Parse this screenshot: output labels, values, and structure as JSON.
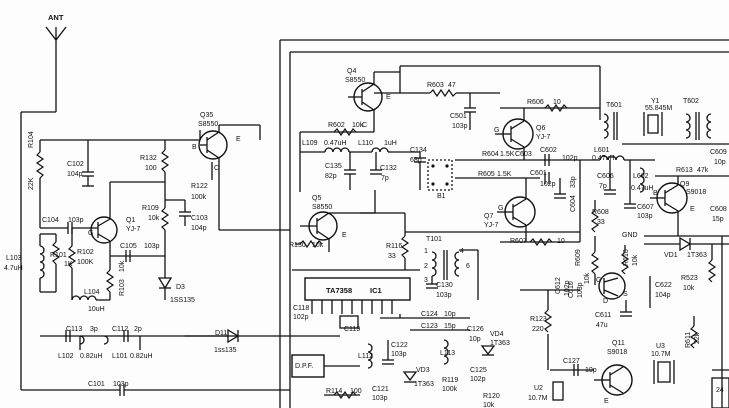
{
  "antenna": {
    "label": "ANT"
  },
  "q35": {
    "ref": "Q35",
    "part": "S8550"
  },
  "q4": {
    "ref": "Q4",
    "part": "S8550"
  },
  "q5": {
    "ref": "Q5",
    "part": "S8550"
  },
  "q1": {
    "ref": "Q1",
    "part": "YJ-7"
  },
  "q6": {
    "ref": "Q6",
    "part": "YJ-7"
  },
  "q7": {
    "ref": "Q7",
    "part": "YJ-7"
  },
  "q9": {
    "ref": "Q9",
    "part": "S9018"
  },
  "q11": {
    "ref": "Q11",
    "part": "S9018"
  },
  "d3": {
    "ref": "D3",
    "part": "1SS135"
  },
  "d11": {
    "ref": "D11",
    "part": "1ss135"
  },
  "vd1": {
    "ref": "VD1",
    "part": "1T363"
  },
  "vd4": {
    "ref": "VD4",
    "part": "1T363"
  },
  "vd3": {
    "ref": "VD3",
    "part": "1T363"
  },
  "ic1": {
    "ref": "IC1",
    "part": "TA7358"
  },
  "dpf": {
    "label": "D.P.F."
  },
  "b1": {
    "ref": "B1"
  },
  "u2": {
    "ref": "U2",
    "value": "10.7M"
  },
  "u3": {
    "ref": "U3",
    "value": "10.7M"
  },
  "y1": {
    "ref": "Y1",
    "value": "55.845M"
  },
  "t601": {
    "ref": "T601"
  },
  "t602": {
    "ref": "T602"
  },
  "t101": {
    "ref": "T101"
  },
  "t101_pins": [
    "1",
    "2",
    "3",
    "4",
    "6"
  ],
  "labels": {
    "r104": "R104",
    "r104v": "22K",
    "c102": "C102",
    "c102v": "104p",
    "r132": "R132",
    "r132v": "100",
    "r122": "R122",
    "r122v": "100k",
    "c103": "C103",
    "c103v": "104p",
    "r109": "R109",
    "r109v": "10k",
    "c104": "C104",
    "c104v": "103p",
    "r101": "R101",
    "r101v": "1K",
    "r102": "R102",
    "r102v": "100K",
    "l103": "L103",
    "l103v": "4.7uH",
    "c105": "C105",
    "c105v": "103p",
    "r103": "R103",
    "r103v": "10k",
    "l104": "L104",
    "l104v": "10uH",
    "c113": "C113",
    "c113v": "3p",
    "c112": "C112",
    "c112v": "2p",
    "l102": "L102",
    "l102v": "0.82uH",
    "l101": "L101",
    "l101v": "0.82uH",
    "c101": "C101",
    "c101v": "103p",
    "r602": "R602",
    "r602v": "10k",
    "l109": "L109",
    "l109v": "0.47uH",
    "l110": "L110",
    "l110v": "1uH",
    "c135": "C135",
    "c135v": "82p",
    "c132": "C132",
    "c132v": "7p",
    "c134": "C134",
    "c134v": "68p",
    "r603": "R603",
    "r603v": "47",
    "c501": "C501",
    "c501v": "103p",
    "r606": "R606",
    "r606v": "10",
    "r604": "R604",
    "r604v": "1.5K",
    "r605": "R605",
    "r605v": "1.5K",
    "c603": "C603",
    "c602": "C602",
    "c602v": "102p",
    "c601": "C601",
    "c601v": "102p",
    "c604": "C604",
    "c604v": "33p",
    "r607": "R607",
    "r607v": "10",
    "r130": "R130",
    "r130v": "10k",
    "r116": "R116",
    "r116v": "33",
    "c130": "C130",
    "c130v": "103p",
    "c118": "C118",
    "c118v": "102p",
    "c119": "C119",
    "c124": "C124",
    "c124v": "10p",
    "c123": "C123",
    "c123v": "15p",
    "c126": "C126",
    "c126v": "10p",
    "c122": "C122",
    "c122v": "103p",
    "l113": "L113",
    "l112": "L112",
    "c125": "C125",
    "c125v": "102p",
    "r119": "R119",
    "r119v": "100k",
    "r114": "R114",
    "r114v": "100",
    "c121": "C121",
    "c121v": "103p",
    "r120": "R120",
    "r120v": "10k",
    "c127": "C127",
    "c127v": "10p",
    "c612": "C612",
    "c612v": "102p",
    "r123": "R123",
    "r123v": "220",
    "l601": "L601",
    "l601v": "0.47uH",
    "l602": "L602",
    "l602v": "0.47uH",
    "c606": "C606",
    "c606v": "7p",
    "c607": "C607",
    "c607v": "103p",
    "r608": "R608",
    "r608v": "33",
    "r609": "R609",
    "r609v": "10k",
    "r610": "R610",
    "r610v": "10k",
    "c610": "C610",
    "c610v": "103p",
    "c611": "C611",
    "c611v": "47u",
    "r613": "R613",
    "r613v": "47k",
    "r523": "R523",
    "r523v": "10k",
    "c622": "C622",
    "c622v": "104p",
    "r611": "R611",
    "r611v": "22k",
    "c608": "C608",
    "c608v": "15p",
    "c609": "C609",
    "c609v": "10p",
    "gnd": "GND",
    "pin24": "24"
  },
  "pin_letters": {
    "b": "B",
    "e": "E",
    "c": "C",
    "g": "G",
    "d": "D",
    "s": "S"
  }
}
